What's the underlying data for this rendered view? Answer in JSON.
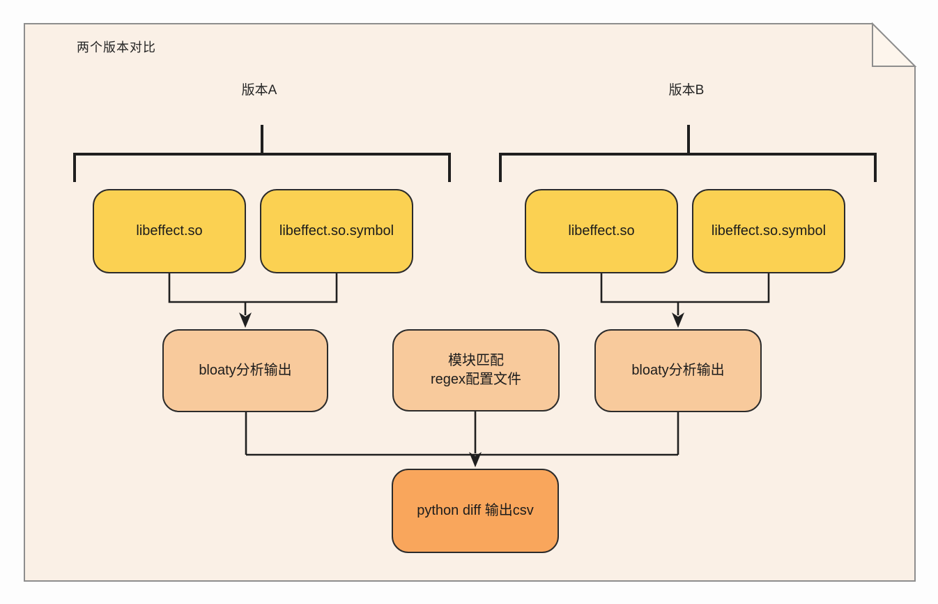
{
  "page": {
    "title": "两个版本对比"
  },
  "diagram": {
    "colors": {
      "paper": "#faf0e6",
      "fold": "#fdf5ec",
      "paper-edge": "#8d8d8d",
      "yellow": "#fbd152",
      "peach": "#f8ca9c",
      "orange": "#f9a65c",
      "line": "#1f1f1f",
      "ink": "#242424"
    },
    "branches": [
      {
        "label": "版本A",
        "inputs": [
          "libeffect.so",
          "libeffect.so.symbol"
        ],
        "output": "bloaty分析输出"
      },
      {
        "label": "版本B",
        "inputs": [
          "libeffect.so",
          "libeffect.so.symbol"
        ],
        "output": "bloaty分析输出"
      }
    ],
    "config_node": {
      "line1": "模块匹配",
      "line2": "regex配置文件"
    },
    "final_node": "python diff 输出csv"
  }
}
